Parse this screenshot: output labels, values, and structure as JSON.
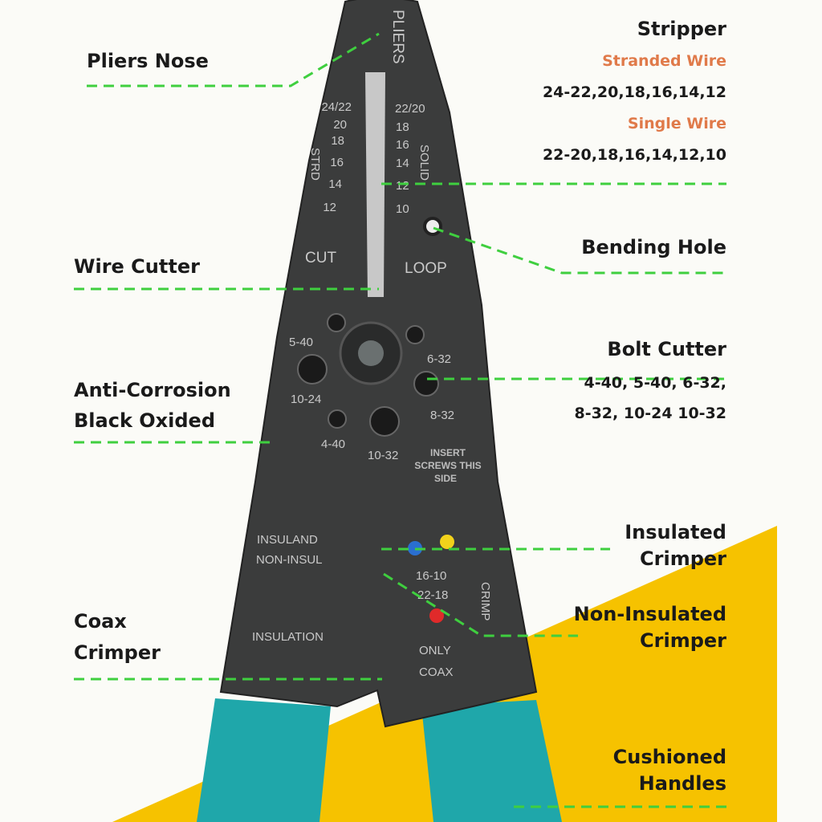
{
  "colors": {
    "background": "#fbfbf7",
    "accent_yellow": "#f6c200",
    "tool_body": "#3b3c3c",
    "handle": "#1fa7aa",
    "leader_line": "#3fcf3f",
    "subheading": "#e07a4a"
  },
  "labels": {
    "pliers_nose": "Pliers Nose",
    "wire_cutter": "Wire Cutter",
    "anti_corrosion_1": "Anti-Corrosion",
    "anti_corrosion_2": "Black Oxided",
    "coax_1": "Coax",
    "coax_2": "Crimper",
    "stripper": "Stripper",
    "stranded_wire": "Stranded Wire",
    "stranded_sizes": "24-22,20,18,16,14,12",
    "single_wire": "Single Wire",
    "single_sizes": "22-20,18,16,14,12,10",
    "bending_hole": "Bending Hole",
    "bolt_cutter": "Bolt Cutter",
    "bolt_sizes_1": "4-40, 5-40, 6-32,",
    "bolt_sizes_2": "8-32, 10-24 10-32",
    "insulated_1": "Insulated",
    "insulated_2": "Crimper",
    "non_insulated_1": "Non-Insulated",
    "non_insulated_2": "Crimper",
    "cushioned_1": "Cushioned",
    "cushioned_2": "Handles"
  },
  "engraving": {
    "pliers": "PLIERS",
    "strd_left": [
      "24/22",
      "20",
      "18",
      "16",
      "14",
      "12"
    ],
    "solid_right": [
      "22/20",
      "18",
      "16",
      "14",
      "12",
      "10"
    ],
    "strd": "STRD",
    "solid": "SOLID",
    "cut": "CUT",
    "loop": "LOOP",
    "bolts": [
      "5-40",
      "6-32",
      "10-24",
      "8-32",
      "4-40",
      "10-32"
    ],
    "insert": [
      "INSERT",
      "SCREWS THIS",
      "SIDE"
    ],
    "insuland": "INSULAND",
    "non_insul": "NON-INSUL",
    "insulation": "INSULATION",
    "crimp_sizes": [
      "16-10",
      "22-18"
    ],
    "crimp": "CRIMP",
    "only": "ONLY",
    "coax": "COAX"
  }
}
